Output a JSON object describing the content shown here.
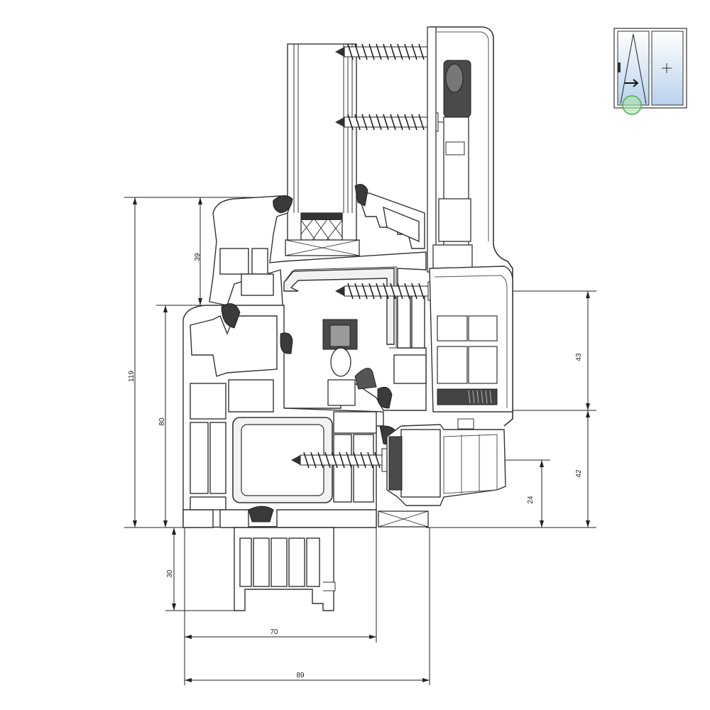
{
  "dimensions": {
    "height_total": "119",
    "glazing_bead": "39",
    "frame_height": "80",
    "frame_extension": "30",
    "depth_frame": "70",
    "depth_total": "89",
    "hardware_upper": "43",
    "hardware_lower": "42",
    "sash_offset": "24"
  },
  "thumbnail": {
    "opening": "tilt-turn + fixed",
    "highlight_color": "#7ccf7c",
    "glass_color": "#cfe0f2"
  },
  "colors": {
    "line": "#222222",
    "gasket": "#3a3a3a",
    "hardware": "#505050"
  }
}
